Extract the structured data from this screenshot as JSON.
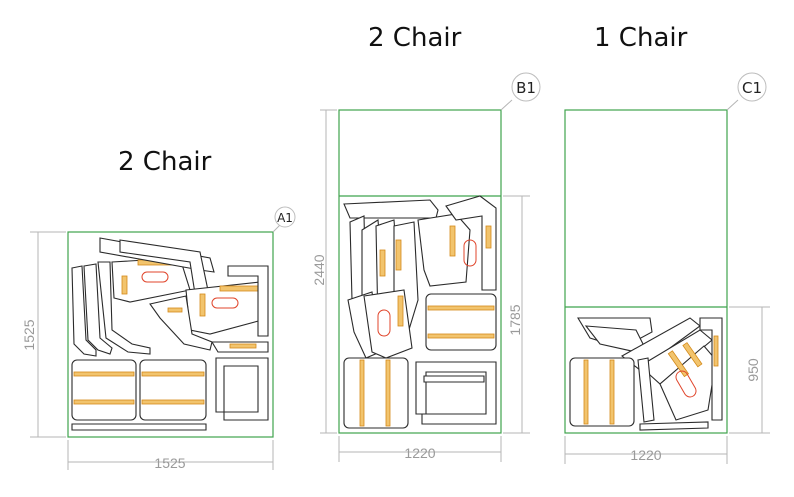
{
  "sheets": {
    "a1": {
      "title": "2 Chair",
      "tag": "A1",
      "width_label": "1525",
      "height_label": "1525"
    },
    "b1": {
      "title": "2 Chair",
      "tag": "B1",
      "width_label": "1220",
      "height_label": "2440",
      "inner_height_label": "1785"
    },
    "c1": {
      "title": "1 Chair",
      "tag": "C1",
      "width_label": "1220",
      "inner_height_label": "950"
    }
  },
  "colors": {
    "sheet_outline": "#3fa34d",
    "strip": "#f2c46d",
    "slot": "#e0452b",
    "dimension": "#9a9a9a"
  }
}
